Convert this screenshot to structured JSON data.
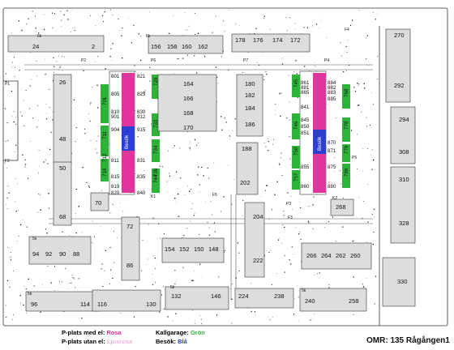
{
  "map": {
    "omr_label": "OMR: 135 Rågången1",
    "legend": {
      "rosa_label": "P-plats med el:",
      "rosa_word": "Rosa",
      "ljusrosa_label": "P-plats utan el:",
      "ljusrosa_word": "Ljusrosa",
      "gron_label": "Kallgarage:",
      "gron_word": "Grön",
      "bla_label": "Besök:",
      "bla_word": "Blå"
    },
    "colors": {
      "rosa": "#e0359a",
      "ljusrosa": "#f2b3d9",
      "gron": "#2eb33a",
      "bla": "#2d3fd1"
    },
    "besok_label": "Besök",
    "area_labels": [
      "P1",
      "P2",
      "P3",
      "P4",
      "P5",
      "P6",
      "P7",
      "F2",
      "F3",
      "F4",
      "F5",
      "K1",
      "K2",
      "6k",
      "6k",
      "5k",
      "5k",
      "5k",
      "5k"
    ],
    "houses": [
      "24",
      "2",
      "26",
      "48",
      "50",
      "68",
      "70",
      "72",
      "86",
      "94",
      "92",
      "90",
      "88",
      "96",
      "114",
      "116",
      "130",
      "132",
      "146",
      "156",
      "158",
      "160",
      "162",
      "164",
      "166",
      "168",
      "170",
      "178",
      "176",
      "174",
      "172",
      "180",
      "182",
      "184",
      "186",
      "188",
      "202",
      "204",
      "222",
      "224",
      "238",
      "240",
      "258",
      "266",
      "264",
      "262",
      "260",
      "268",
      "270",
      "292",
      "294",
      "308",
      "310",
      "328",
      "330",
      "154",
      "152",
      "150",
      "148"
    ],
    "parking_left": [
      "801",
      "805",
      "810",
      "901",
      "904",
      "811",
      "815",
      "819",
      "820",
      "821",
      "825",
      "830",
      "912",
      "915",
      "831",
      "835",
      "840"
    ],
    "parking_right": [
      "841",
      "845",
      "850",
      "851",
      "855",
      "860",
      "861",
      "865",
      "870",
      "871",
      "875",
      "880",
      "881",
      "882",
      "883",
      "884",
      "885"
    ],
    "garages": [
      "701",
      "711",
      "712",
      "719",
      "720",
      "733",
      "734",
      "744",
      "745",
      "749",
      "750",
      "757",
      "768",
      "778",
      "779",
      "786",
      "739"
    ]
  }
}
